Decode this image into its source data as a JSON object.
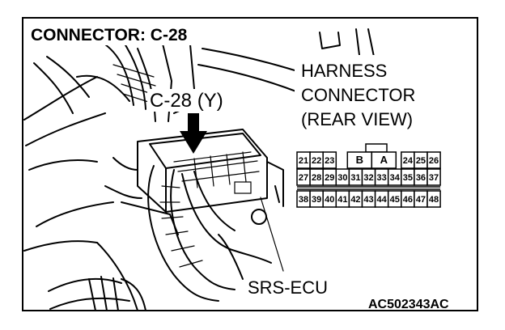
{
  "title": "CONNECTOR: C-28",
  "callout_connector": "C-28 (Y)",
  "harness_label": [
    "HARNESS",
    "CONNECTOR",
    "(REAR VIEW)"
  ],
  "ecu_label": "SRS-ECU",
  "figure_code": "AC502343AC",
  "pinout": {
    "row1_left": [
      "21",
      "22",
      "23"
    ],
    "row1_mid": [
      "B",
      "A"
    ],
    "row1_right": [
      "24",
      "25",
      "26"
    ],
    "row2": [
      "27",
      "28",
      "29",
      "30",
      "31",
      "32",
      "33",
      "34",
      "35",
      "36",
      "37"
    ],
    "row3": [
      "38",
      "39",
      "40",
      "41",
      "42",
      "43",
      "44",
      "45",
      "46",
      "47",
      "48"
    ]
  }
}
